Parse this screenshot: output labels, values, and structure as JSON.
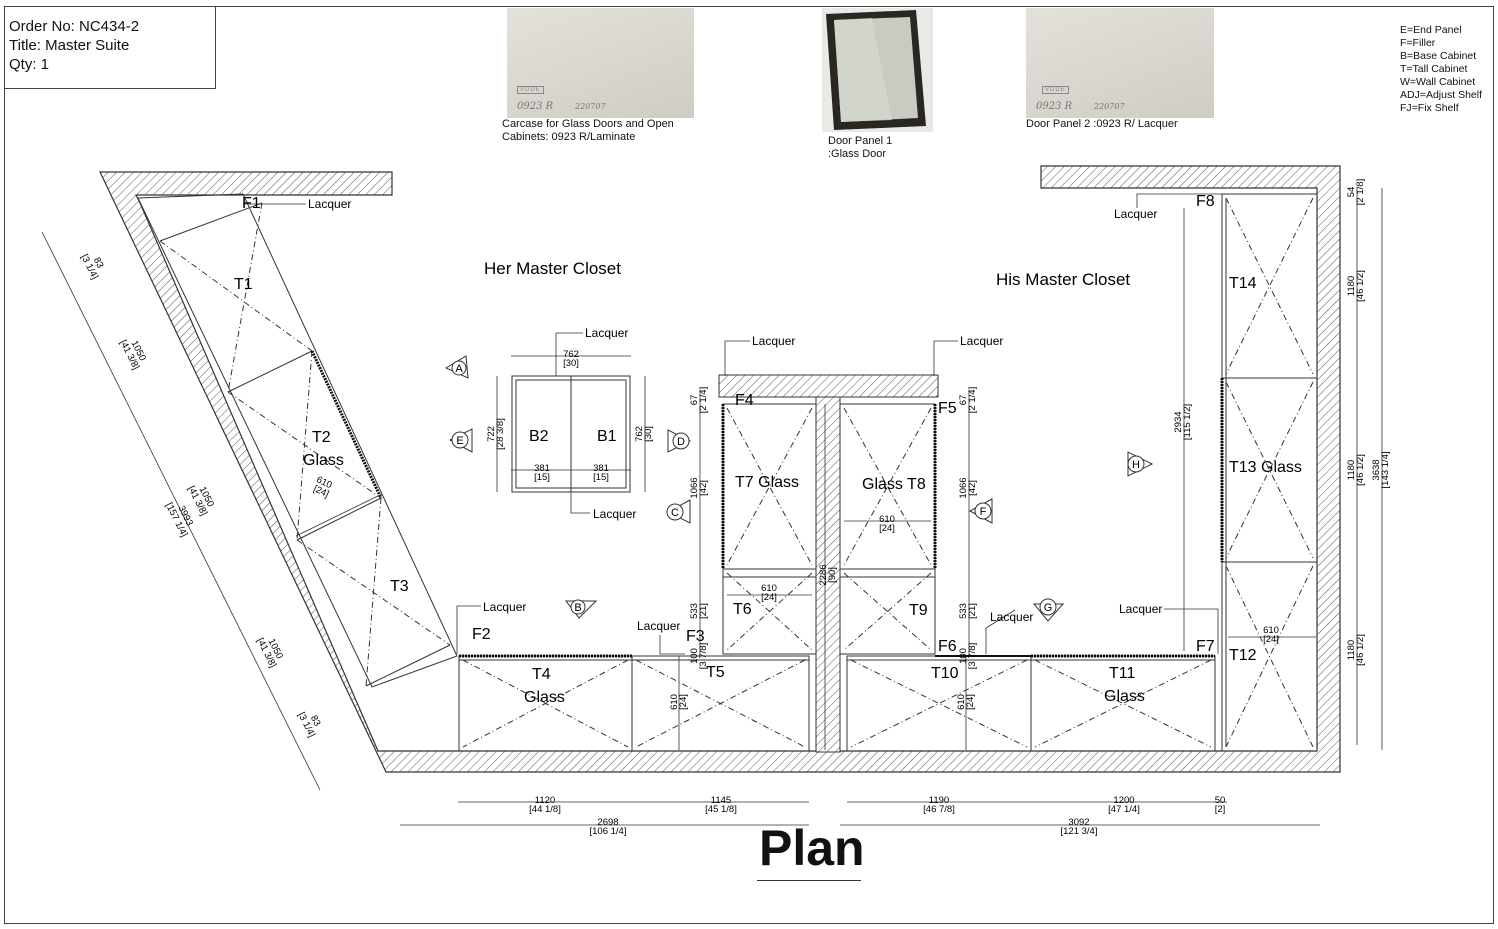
{
  "header": {
    "order_no": "Order No: NC434-2",
    "title": "Title: Master Suite",
    "qty": "Qty: 1"
  },
  "swatches": {
    "carcase": {
      "caption_line1": "Carcase for Glass Doors and Open",
      "caption_line2": "Cabinets:  0923 R/Laminate",
      "code": "0923 R",
      "sub": "220707"
    },
    "door1": {
      "caption_line1": "Door Panel 1",
      "caption_line2": ":Glass Door"
    },
    "door2": {
      "caption": "Door Panel 2 :0923 R/ Lacquer",
      "code": "0923 R",
      "sub": "220707"
    }
  },
  "legend": [
    "E=End Panel",
    "F=Filler",
    "B=Base Cabinet",
    "T=Tall Cabinet",
    "W=Wall Cabinet",
    "ADJ=Adjust Shelf",
    "FJ=Fix Shelf"
  ],
  "rooms": {
    "her": "Her Master Closet",
    "his": "His Master Closet"
  },
  "cabinet_labels": {
    "T1": "T1",
    "T2": "T2",
    "T2_glass": "Glass",
    "T3": "T3",
    "T4": "T4",
    "T4_glass": "Glass",
    "T5": "T5",
    "T6": "T6",
    "T7": "T7 Glass",
    "T8": "Glass  T8",
    "T9": "T9",
    "T10": "T10",
    "T11": "T11",
    "T11_glass": "Glass",
    "T12": "T12",
    "T13": "T13  Glass",
    "T14": "T14",
    "B1": "B1",
    "B2": "B2",
    "F1": "F1",
    "F2": "F2",
    "F3": "F3",
    "F4": "F4",
    "F5": "F5",
    "F6": "F6",
    "F7": "F7",
    "F8": "F8"
  },
  "callouts": {
    "lacquer": "Lacquer"
  },
  "view_markers": [
    "A",
    "B",
    "C",
    "D",
    "E",
    "F",
    "G",
    "H"
  ],
  "dimensions": {
    "d762": "762",
    "d762i": "[30]",
    "d381a": "381",
    "d381ai": "[15]",
    "d381b": "381",
    "d381bi": "[15]",
    "d722": "722",
    "d722i": "[28 3/8]",
    "d762v": "762",
    "d762vi": "[30]",
    "d54": "54",
    "d54i": "[2 1/8]",
    "d1180a": "1180",
    "d1180ai": "[46 1/2]",
    "d1180b": "1180",
    "d1180bi": "[46 1/2]",
    "d1180c": "1180",
    "d1180ci": "[46 1/2]",
    "d3638": "3638",
    "d3638i": "[143 1/4]",
    "d2934": "2934",
    "d2934i": "[115 1/2]",
    "d610t12": "610",
    "d610t12i": "[24]",
    "d67a": "67",
    "d67ai": "[2 1/4]",
    "d67b": "67",
    "d67bi": "[2 1/4]",
    "d1066a": "1066",
    "d1066ai": "[42]",
    "d1066b": "1066",
    "d1066bi": "[42]",
    "d533a": "533",
    "d533ai": "[21]",
    "d533b": "533",
    "d533bi": "[21]",
    "d610t6": "610",
    "d610t6i": "[24]",
    "d610t8": "610",
    "d610t8i": "[24]",
    "d2286": "2286",
    "d2286i": "[90]",
    "d100a": "100",
    "d100ai": "[3 7/8]",
    "d100b": "100",
    "d100bi": "[3 7/8]",
    "d610t5": "610",
    "d610t5i": "[24]",
    "d610t10": "610",
    "d610t10i": "[24]",
    "d1120": "1120",
    "d1120i": "[44 1/8]",
    "d1145": "1145",
    "d1145i": "[45 1/8]",
    "d1190": "1190",
    "d1190i": "[46 7/8]",
    "d1200": "1200",
    "d1200i": "[47 1/4]",
    "d50": "50",
    "d50i": "[2]",
    "d2698": "2698",
    "d2698i": "[106 1/4]",
    "d3092": "3092",
    "d3092i": "[121 3/4]",
    "d610t2": "610",
    "d610t2i": "[24]",
    "dg83a": "83",
    "dg83ai": "[3 1/4]",
    "dg1050a": "1050",
    "dg1050ai": "[41 3/8]",
    "dg1050b": "1050",
    "dg1050bi": "[41 3/8]",
    "dg3993": "3993",
    "dg3993i": "[157 1/4]",
    "dg1050c": "1050",
    "dg1050ci": "[41 3/8]",
    "dg83b": "83",
    "dg83bi": "[3 1/4]"
  },
  "plan_title": "Plan"
}
